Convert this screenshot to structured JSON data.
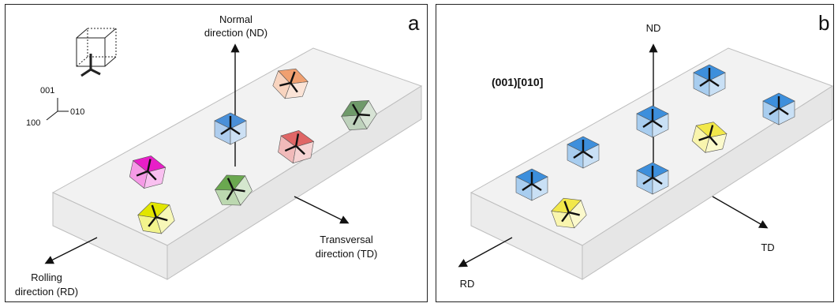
{
  "panel_a": {
    "letter": "a",
    "nd_line1": "Normal",
    "nd_line2": "direction (ND)",
    "td_line1": "Transversal",
    "td_line2": "direction (TD)",
    "rd_line1": "Rolling",
    "rd_line2": "direction (RD)",
    "axis_001": "001",
    "axis_010": "010",
    "axis_100": "100",
    "grain_colors": [
      "#e2e600",
      "#6aa84f",
      "#e81ec8",
      "#4a90d9",
      "#e06666",
      "#f0a070",
      "#6f9a6a"
    ]
  },
  "panel_b": {
    "letter": "b",
    "nd": "ND",
    "td": "TD",
    "rd": "RD",
    "texture_label": "(001)[010]",
    "cube_color": "#3d8fdc",
    "odd_grain_color": "#f2e84a"
  }
}
